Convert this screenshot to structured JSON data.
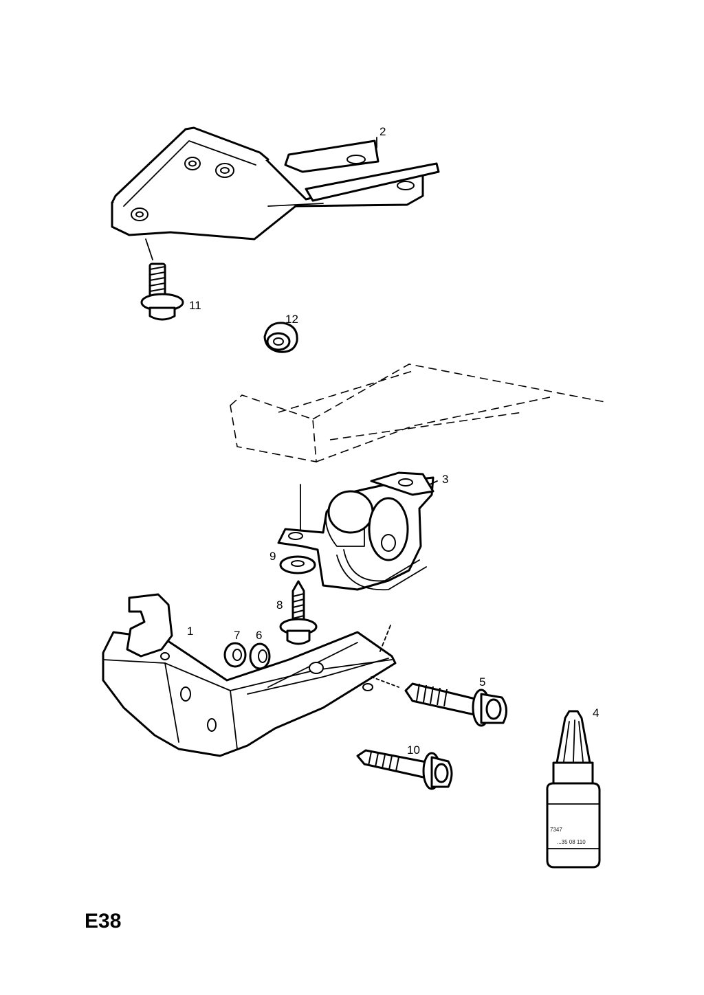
{
  "page_code": "E38",
  "callouts": [
    {
      "id": "1",
      "text": "1"
    },
    {
      "id": "2",
      "text": "2"
    },
    {
      "id": "3",
      "text": "3"
    },
    {
      "id": "4",
      "text": "4"
    },
    {
      "id": "5",
      "text": "5"
    },
    {
      "id": "6",
      "text": "6"
    },
    {
      "id": "7",
      "text": "7"
    },
    {
      "id": "8",
      "text": "8"
    },
    {
      "id": "9",
      "text": "9"
    },
    {
      "id": "10",
      "text": "10"
    },
    {
      "id": "11",
      "text": "11"
    },
    {
      "id": "12",
      "text": "12"
    }
  ],
  "bottle_label": {
    "line1": "7347",
    "line2": "...35 08 110"
  }
}
